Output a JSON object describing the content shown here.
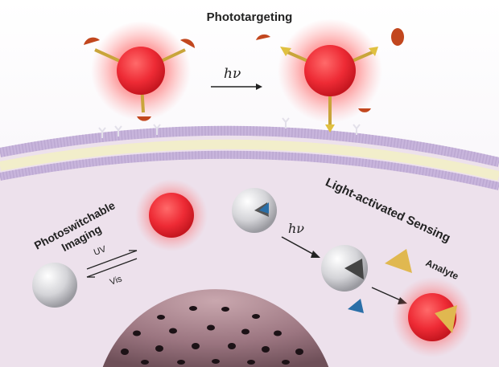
{
  "title": "Phototargeting",
  "hv_label_top": "hν",
  "hv_label_bottom": "hν",
  "photoswitch": {
    "line1": "Photoswitchable",
    "line2": "Imaging",
    "uv": "UV",
    "vis": "Vis"
  },
  "sensing": {
    "title": "Light-activated Sensing",
    "analyte": "Analyte"
  },
  "colors": {
    "glow": "#ff2a2a",
    "membrane": "#c9b6dc",
    "lipid_core": "#f3efc8",
    "cytoplasm": "#efe3ee",
    "nucleus": "#9a7680",
    "cap": "#c2471e",
    "linker": "#c9a53a",
    "analyte": "#e0b850",
    "blue": "#2a6fa8"
  }
}
